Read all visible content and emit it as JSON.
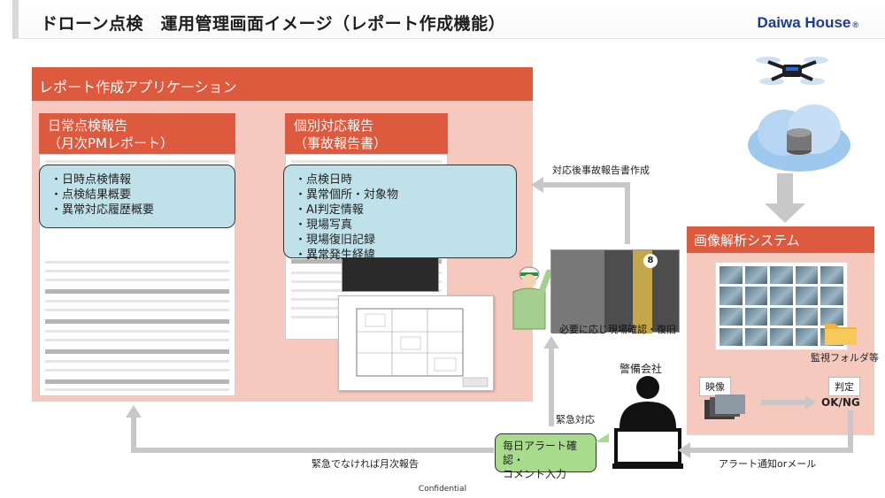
{
  "header": {
    "title": "ドローン点検　運用管理画面イメージ（レポート作成機能）",
    "logo": "Daiwa House",
    "logo_mark": "®"
  },
  "app_panel": {
    "title": "レポート作成アプリケーション",
    "daily": {
      "title_line1": "日常点検報告",
      "title_line2": "（月次PMレポート）",
      "items": [
        "・日時点検情報",
        "・点検結果概要",
        "・異常対応履歴概要"
      ]
    },
    "incident": {
      "title_line1": "個別対応報告",
      "title_line2": "（事故報告書）",
      "items": [
        "・点検日時",
        "・異常個所・対象物",
        "・AI判定情報",
        "・現場写真",
        "・現場復旧記録",
        "・異常発生経緯"
      ]
    }
  },
  "analysis": {
    "title": "画像解析システム",
    "folder_label": "監視フォルダ等",
    "video_label": "映像",
    "judge_label": "判定",
    "judge_value": "OK/NG"
  },
  "flow": {
    "report_creation": "対応後事故報告書作成",
    "onsite": "必要に応じ現場確認・復旧",
    "security": "警備会社",
    "emergency": "緊急対応",
    "monthly": "緊急でなければ月次報告",
    "alert": "アラート通知orメール",
    "daily_check_line1": "毎日アラート確認・",
    "daily_check_line2": "コメント入力",
    "photo_sign": "8"
  },
  "footer": "Confidential"
}
